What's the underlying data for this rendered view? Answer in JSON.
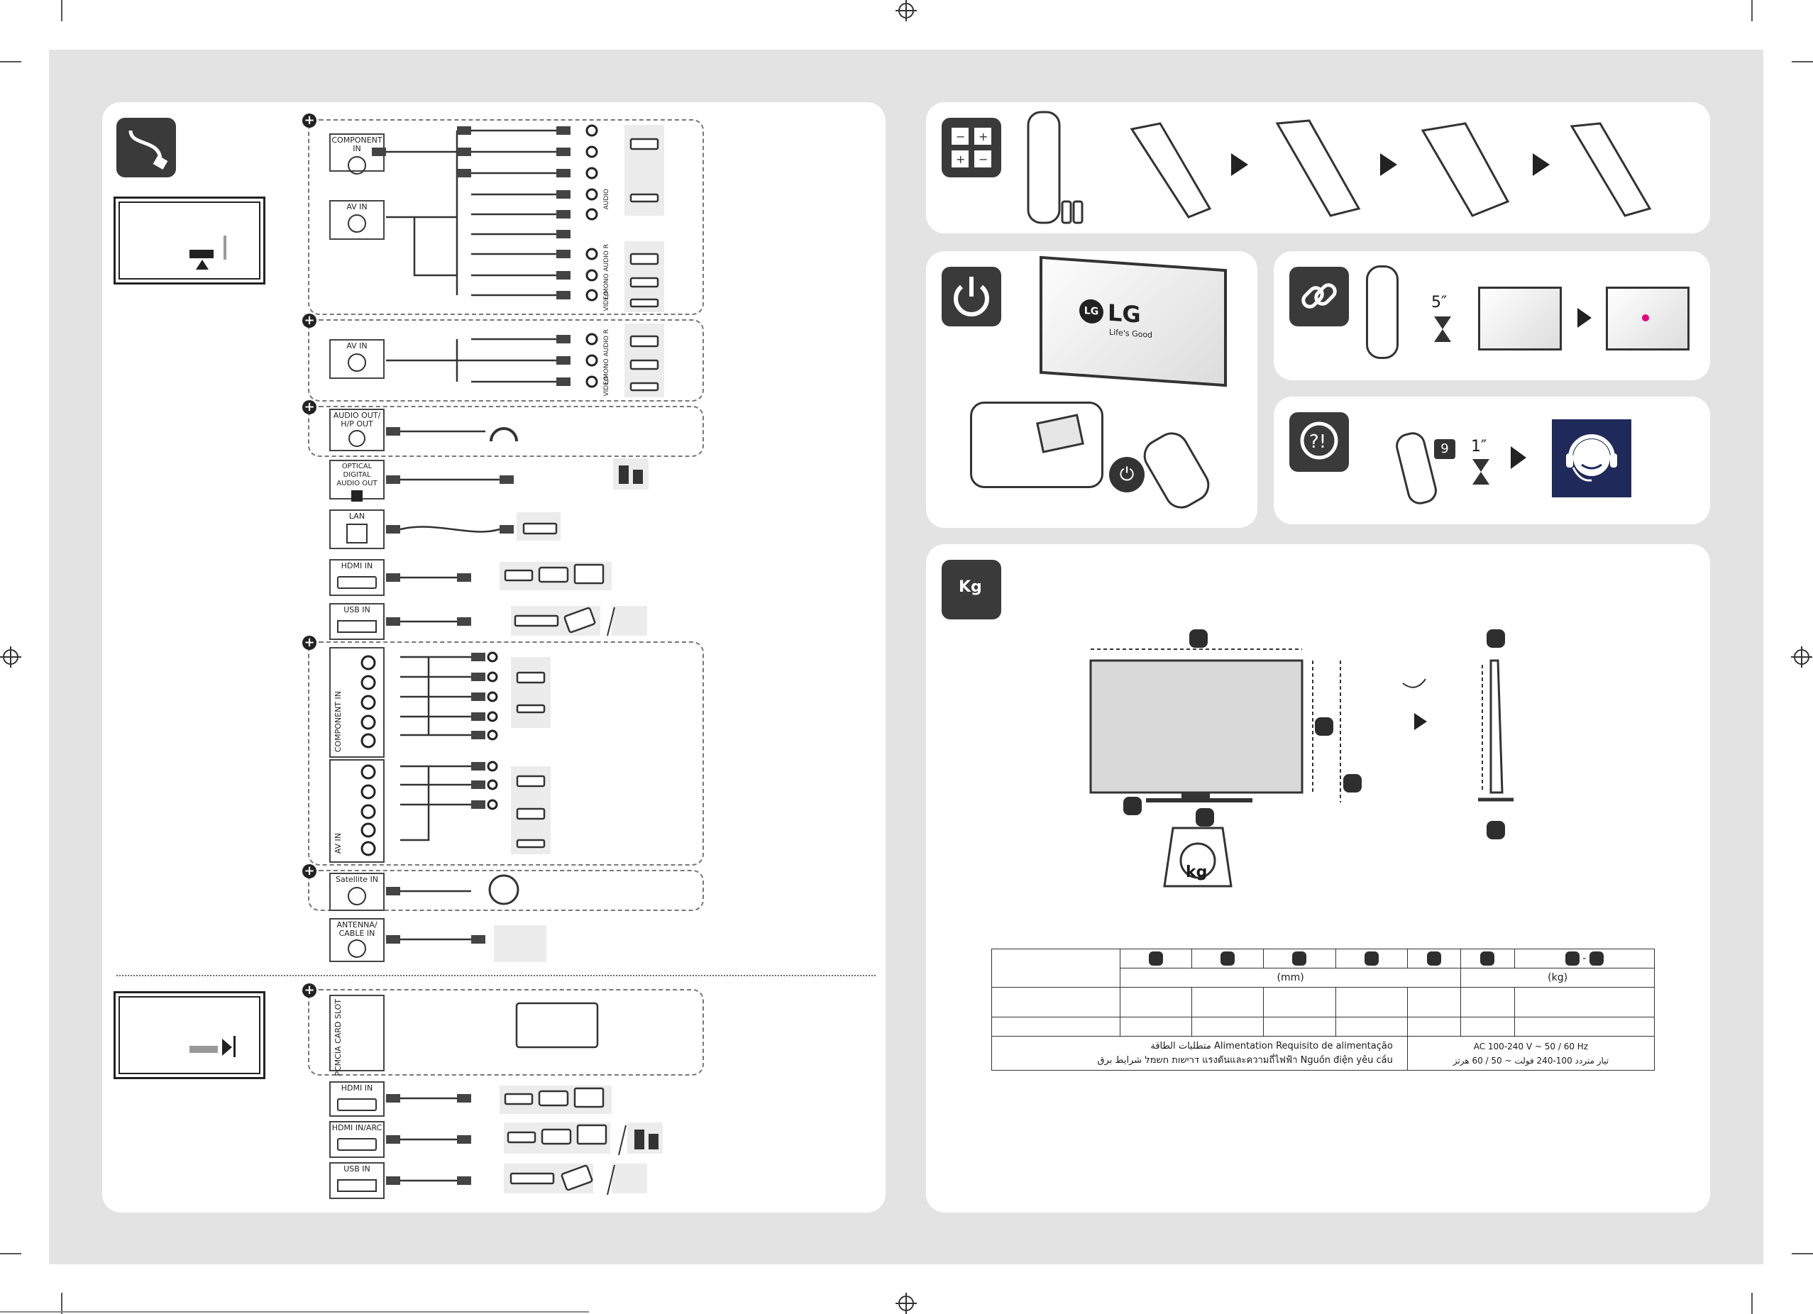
{
  "connections": {
    "component_in": "COMPONENT IN",
    "av_in": "AV IN",
    "audio_out": "AUDIO OUT/\nH/P OUT",
    "optical": "OPTICAL DIGITAL\nAUDIO OUT",
    "lan": "LAN",
    "hdmi_in": "HDMI IN",
    "usb_in": "USB IN",
    "satellite_in": "Satellite IN",
    "antenna": "ANTENNA/\nCABLE IN",
    "pcmcia": "PCMCIA CARD SLOT",
    "hdmi_arc": "HDMI IN/ARC",
    "audio_lr": "L/MONO AUDIO R",
    "video": "VIDEO",
    "audio": "AUDIO"
  },
  "power": {
    "logo_text": "LG",
    "tagline": "Life's Good"
  },
  "pairing": {
    "wait_seconds": "5″"
  },
  "help": {
    "key": "9",
    "wait_seconds": "1″"
  },
  "spec_table": {
    "unit_mm": "(mm)",
    "unit_kg": "(kg)",
    "power_labels_1": "متطلبات الطاقة   Alimentation   Requisito de alimentação",
    "power_labels_2": "דרישות חשמל   شرايط برق   แรงดันและความถี่ไฟฟ้า   Nguồn điện yêu cầu",
    "power_value_1": "AC 100-240 V ~ 50 / 60 Hz",
    "power_value_2": "تيار متردد 100-240 فولت ~ 50 / 60 هرتز"
  },
  "weight_symbol": "kg",
  "weight_tile_symbol": "Kg"
}
